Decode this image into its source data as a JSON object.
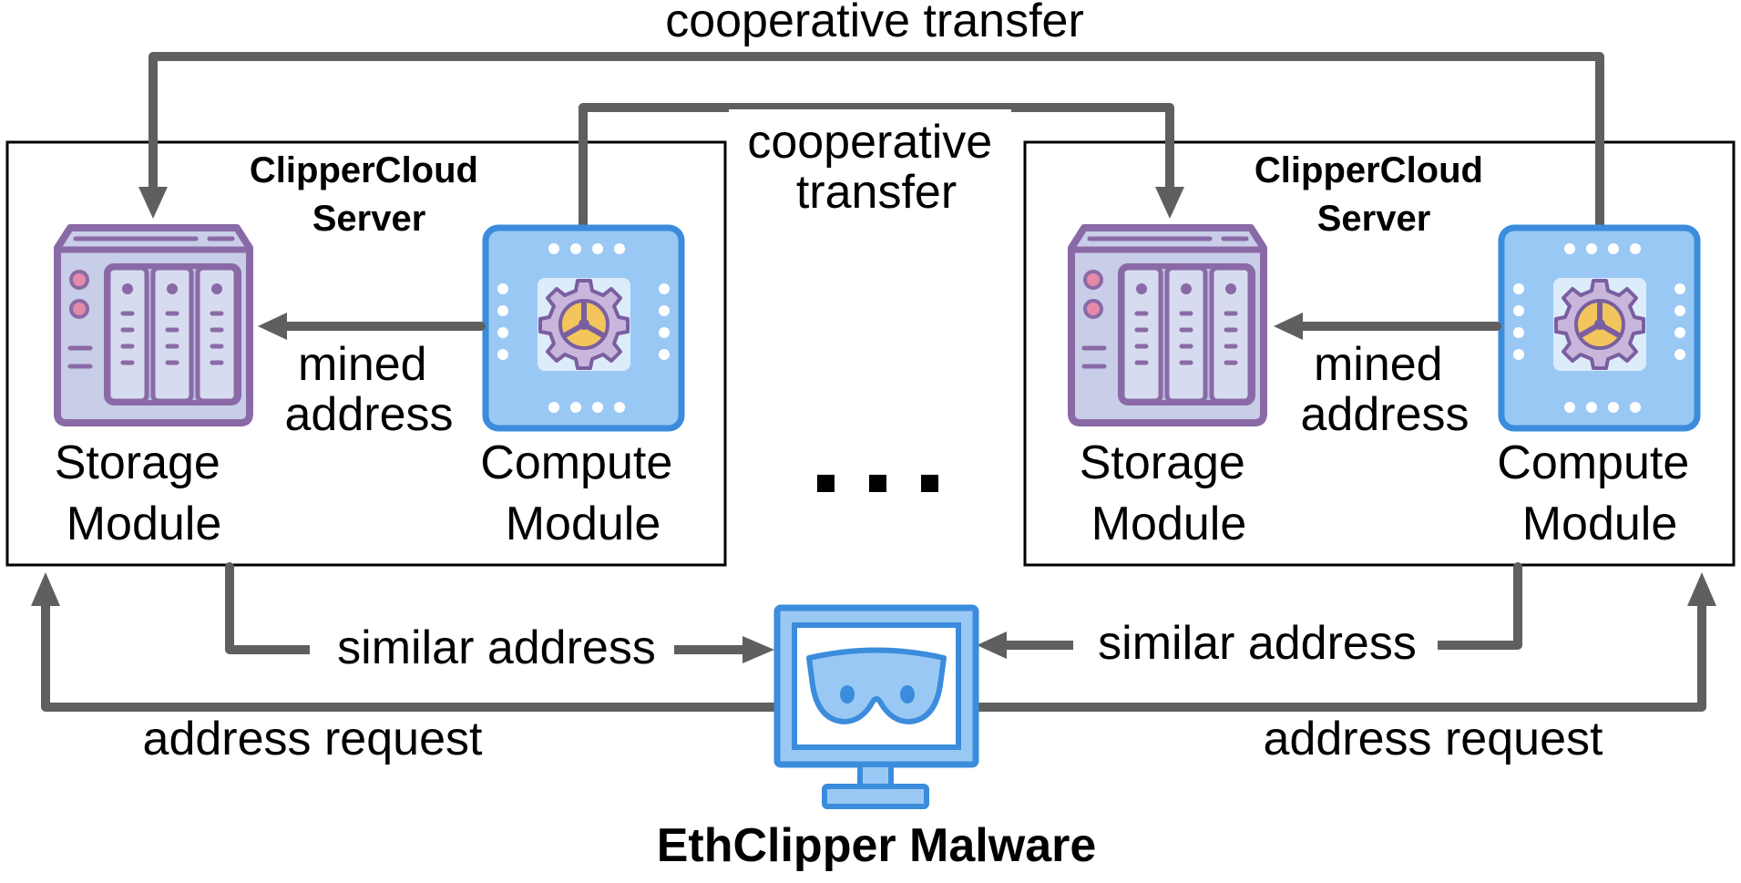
{
  "top_label": "cooperative transfer",
  "middle_label": [
    "cooperative",
    "transfer"
  ],
  "servers": [
    {
      "title": [
        "ClipperCloud",
        "Server"
      ],
      "storage_label": [
        "Storage",
        "Module"
      ],
      "compute_label": [
        "Compute",
        "Module"
      ],
      "mined_label": [
        "mined",
        "address"
      ],
      "similar_label": "similar address",
      "request_label": "address request"
    },
    {
      "title": [
        "ClipperCloud",
        "Server"
      ],
      "storage_label": [
        "Storage",
        "Module"
      ],
      "compute_label": [
        "Compute",
        "Module"
      ],
      "mined_label": [
        "mined",
        "address"
      ],
      "similar_label": "similar address",
      "request_label": "address request"
    }
  ],
  "malware_label": "EthClipper Malware",
  "icons": [
    "storage-server-icon",
    "compute-chip-gear-icon",
    "malware-monitor-mask-icon"
  ],
  "colors": {
    "arrow": "#5f5f5f",
    "storage_fill": "#c8cde8",
    "storage_stroke": "#8a6aa6",
    "compute_fill": "#9ac8f4",
    "compute_stroke": "#3b8cdc",
    "gear_fill": "#c9b6dc",
    "gear_center": "#f2c65c",
    "monitor_fill": "#9ac8f4",
    "monitor_stroke": "#3b8cdc"
  }
}
